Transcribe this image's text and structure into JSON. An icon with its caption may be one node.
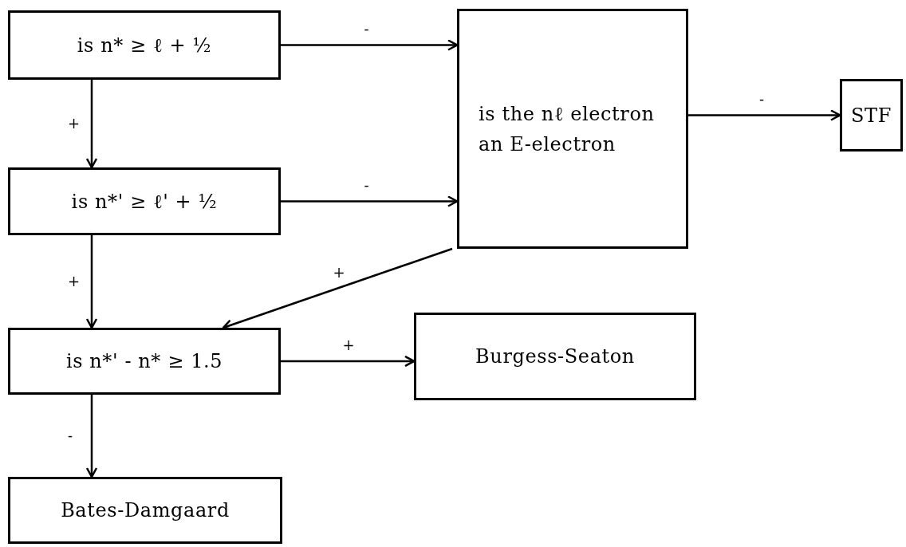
{
  "diagram": {
    "nodes": [
      {
        "text": [
          "is n* ≥ ℓ + ½"
        ]
      },
      {
        "text": [
          "is the nℓ electron an E-electron"
        ]
      },
      {
        "text": [
          "STF"
        ]
      },
      {
        "text": [
          "is n*' ≥ ℓ' + ½"
        ]
      },
      {
        "text": [
          "is n*' - n* ≥ 1.5"
        ]
      },
      {
        "text": [
          "Burgess-Seaton"
        ]
      },
      {
        "text": [
          "Bates-Damgaard"
        ]
      }
    ],
    "edges": [
      {
        "from": 0,
        "to": 1,
        "arrow": "to",
        "label": "-"
      },
      {
        "from": 0,
        "to": 3,
        "arrow": "to",
        "label": "+"
      },
      {
        "from": 3,
        "to": 1,
        "arrow": "to",
        "label": "-"
      },
      {
        "from": 3,
        "to": 4,
        "arrow": "to",
        "label": "+"
      },
      {
        "from": 1,
        "to": 2,
        "arrow": "to",
        "label": "-"
      },
      {
        "from": 1,
        "to": 4,
        "arrow": "to",
        "label": "+"
      },
      {
        "from": 4,
        "to": 5,
        "arrow": "to",
        "label": "+"
      },
      {
        "from": 4,
        "to": 6,
        "arrow": "to",
        "label": "-"
      }
    ]
  }
}
